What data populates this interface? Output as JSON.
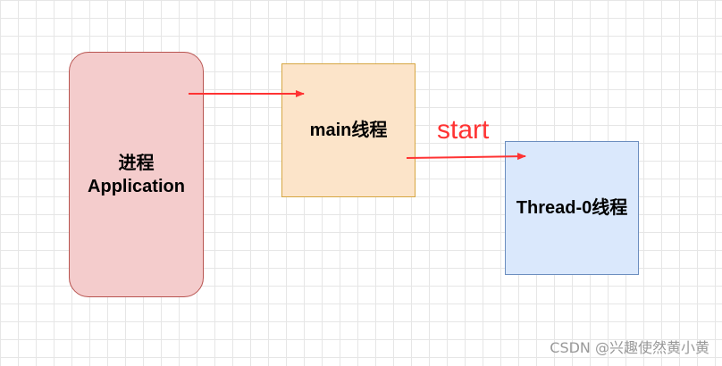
{
  "nodes": {
    "process": {
      "line1": "进程",
      "line2": "Application",
      "fill": "#f4cccc",
      "stroke": "#b85450"
    },
    "main": {
      "label": "main线程",
      "fill": "#fce4c9",
      "stroke": "#d6a642"
    },
    "thread": {
      "label": "Thread-0线程",
      "fill": "#dae8fc",
      "stroke": "#6c8ebf"
    }
  },
  "edges": {
    "start_label": "start",
    "color": "#ff3333"
  },
  "watermark": "CSDN @兴趣使然黄小黄"
}
